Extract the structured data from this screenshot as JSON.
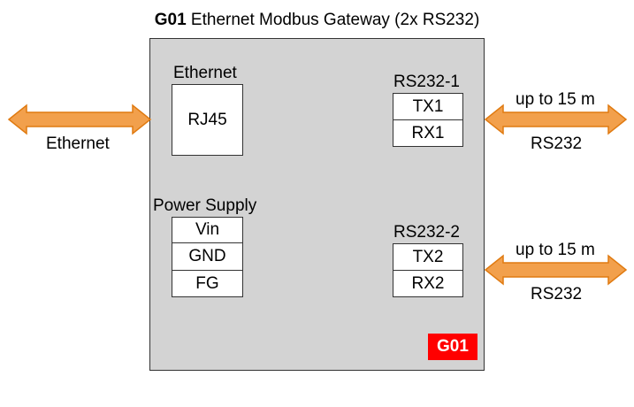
{
  "title": {
    "bold": "G01",
    "rest": " Ethernet Modbus Gateway (2x RS232)"
  },
  "ethernet_block": {
    "label": "Ethernet",
    "port": "RJ45"
  },
  "power_block": {
    "label": "Power Supply",
    "pins": [
      "Vin",
      "GND",
      "FG"
    ]
  },
  "rs232_1": {
    "label": "RS232-1",
    "pins": [
      "TX1",
      "RX1"
    ]
  },
  "rs232_2": {
    "label": "RS232-2",
    "pins": [
      "TX2",
      "RX2"
    ]
  },
  "left_link": {
    "label": "Ethernet"
  },
  "right_link_1": {
    "distance": "up to 15 m",
    "type": "RS232"
  },
  "right_link_2": {
    "distance": "up to 15 m",
    "type": "RS232"
  },
  "badge": "G01",
  "colors": {
    "arrow_fill": "#f2a04c",
    "arrow_stroke": "#e07a10",
    "box_fill": "#d3d3d3",
    "badge": "#ff0000"
  }
}
